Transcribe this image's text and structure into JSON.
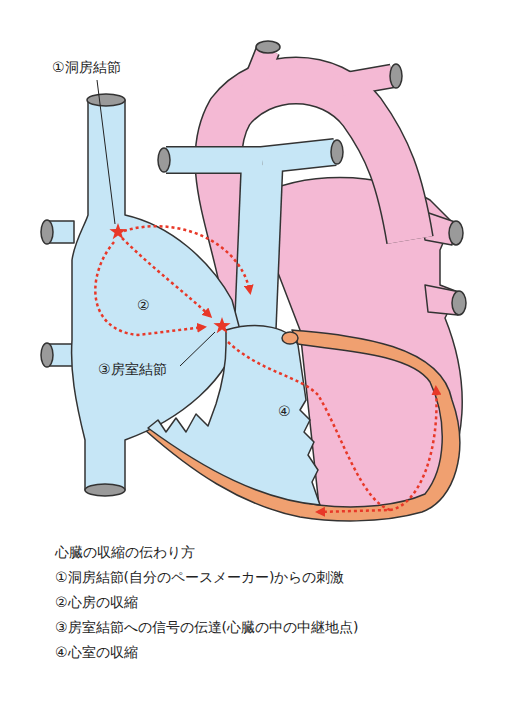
{
  "diagram": {
    "title": "心臓の収縮の伝わり方",
    "labels": [
      "①洞房結節",
      "②",
      "③房室結節",
      "④",
      "①洞房結節(自分のペースメーカー)からの刺激",
      "②心房の収縮",
      "③房室結節への信号の伝達(心臓の中の中継地点)",
      "④心室の収縮"
    ]
  }
}
